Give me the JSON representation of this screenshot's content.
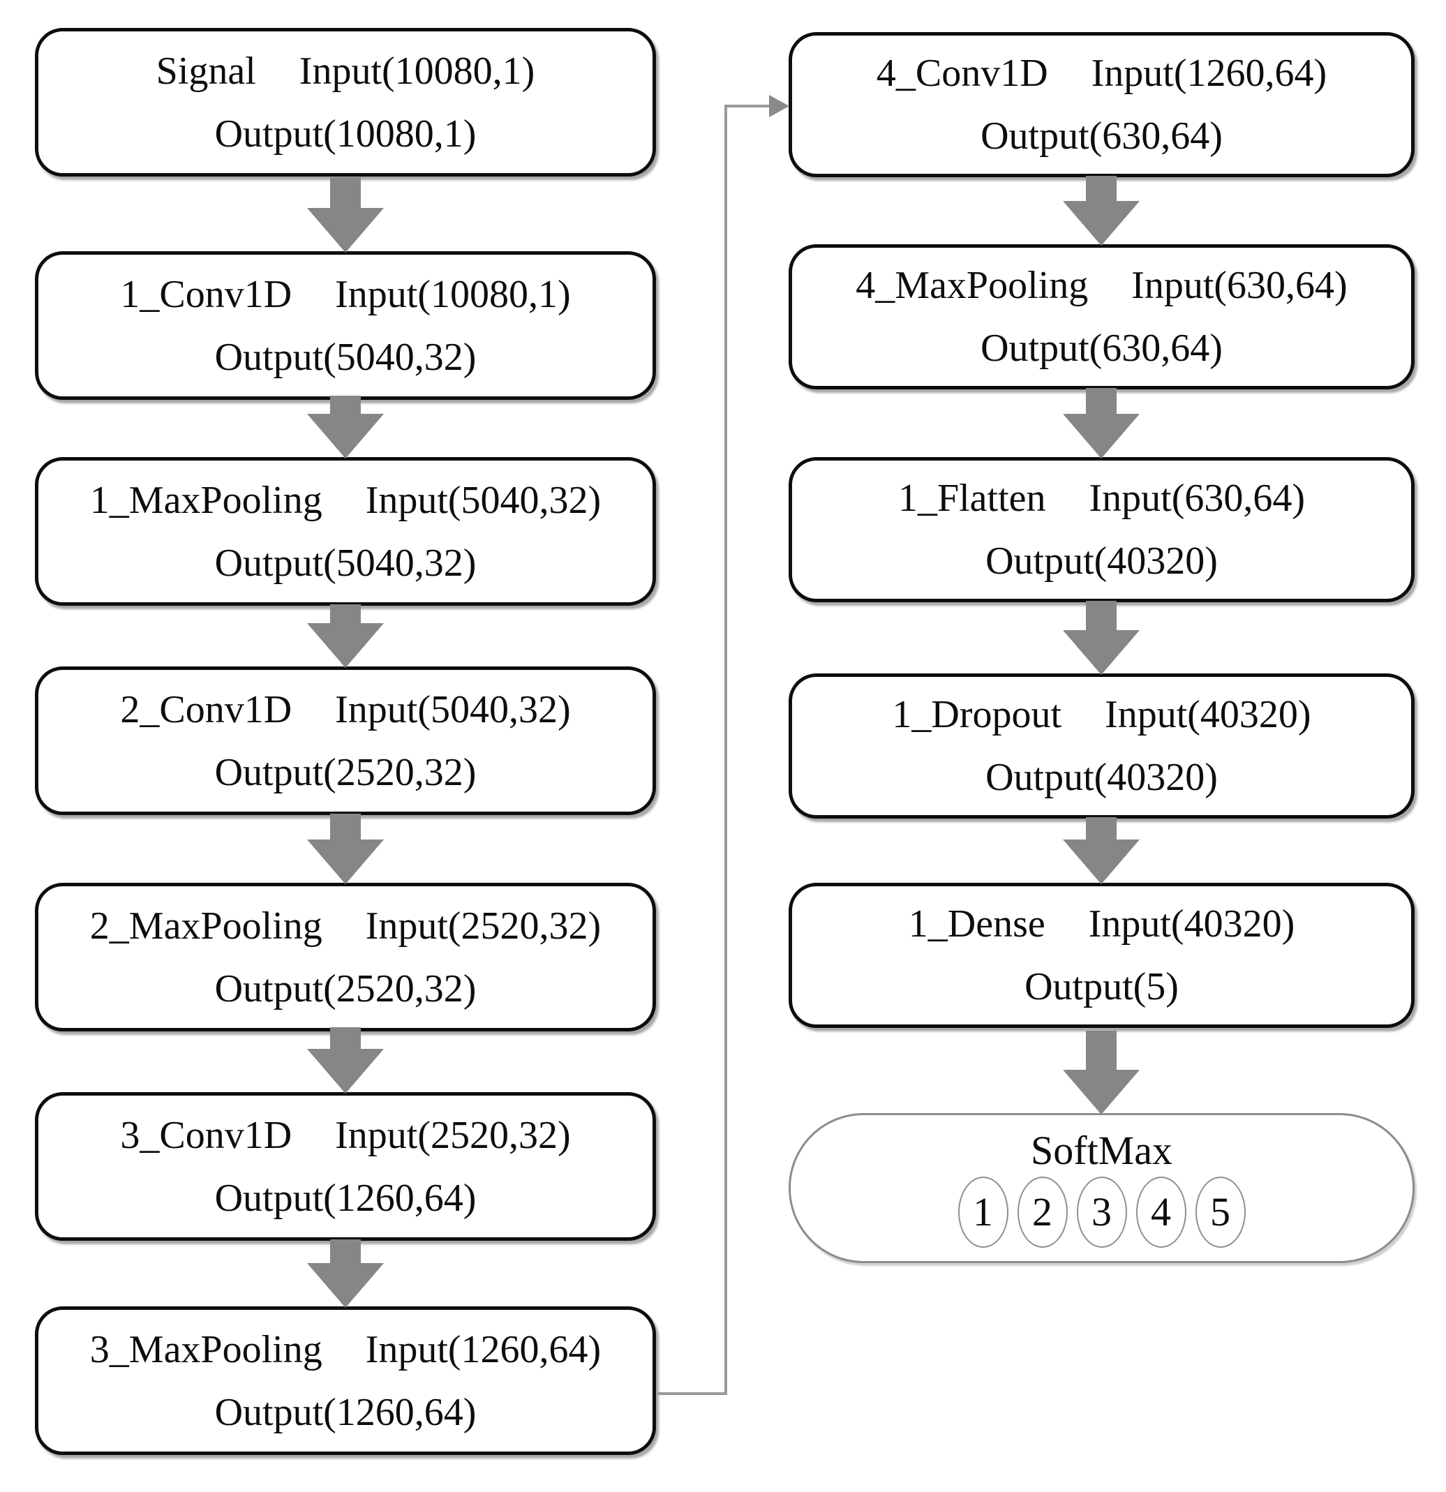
{
  "nodes": {
    "left": [
      {
        "name": "Signal",
        "input": "Input(10080,1)",
        "output": "Output(10080,1)"
      },
      {
        "name": "1_Conv1D",
        "input": "Input(10080,1)",
        "output": "Output(5040,32)"
      },
      {
        "name": "1_MaxPooling",
        "input": "Input(5040,32)",
        "output": "Output(5040,32)"
      },
      {
        "name": "2_Conv1D",
        "input": "Input(5040,32)",
        "output": "Output(2520,32)"
      },
      {
        "name": "2_MaxPooling",
        "input": "Input(2520,32)",
        "output": "Output(2520,32)"
      },
      {
        "name": "3_Conv1D",
        "input": "Input(2520,32)",
        "output": "Output(1260,64)"
      },
      {
        "name": "3_MaxPooling",
        "input": "Input(1260,64)",
        "output": "Output(1260,64)"
      }
    ],
    "right": [
      {
        "name": "4_Conv1D",
        "input": "Input(1260,64)",
        "output": "Output(630,64)"
      },
      {
        "name": "4_MaxPooling",
        "input": "Input(630,64)",
        "output": "Output(630,64)"
      },
      {
        "name": "1_Flatten",
        "input": "Input(630,64)",
        "output": "Output(40320)"
      },
      {
        "name": "1_Dropout",
        "input": "Input(40320)",
        "output": "Output(40320)"
      },
      {
        "name": "1_Dense",
        "input": "Input(40320)",
        "output": "Output(5)"
      }
    ],
    "softmax": {
      "label": "SoftMax",
      "classes": [
        "1",
        "2",
        "3",
        "4",
        "5"
      ]
    }
  },
  "colors": {
    "box_border": "#0d0d0d",
    "softmax_border": "#8c8c8c",
    "arrow": "#868686",
    "connector": "#9a9a9a",
    "text": "#0d0d0d",
    "background": "#ffffff"
  }
}
